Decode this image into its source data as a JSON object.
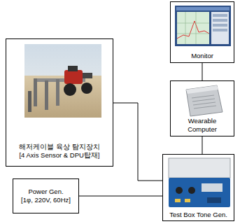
{
  "diagram": {
    "nodes": [
      {
        "text": [
          "해저케이블 육상 탐지장치",
          "[4 Axis Sensor & DPU탑재]"
        ]
      },
      {
        "text": [
          "Monitor"
        ]
      },
      {
        "text": [
          "Wearable Computer"
        ]
      },
      {
        "text": [
          "Test Box Tone Gen."
        ]
      },
      {
        "text": [
          "Power Gen.",
          "[1φ, 220V, 60Hz]"
        ]
      }
    ],
    "edges": [
      {
        "from": 1,
        "to": 2,
        "arrow": "none"
      },
      {
        "from": 2,
        "to": 3,
        "arrow": "none"
      },
      {
        "from": 0,
        "to": 3,
        "arrow": "none"
      },
      {
        "from": 4,
        "to": 3,
        "arrow": "none"
      }
    ]
  }
}
